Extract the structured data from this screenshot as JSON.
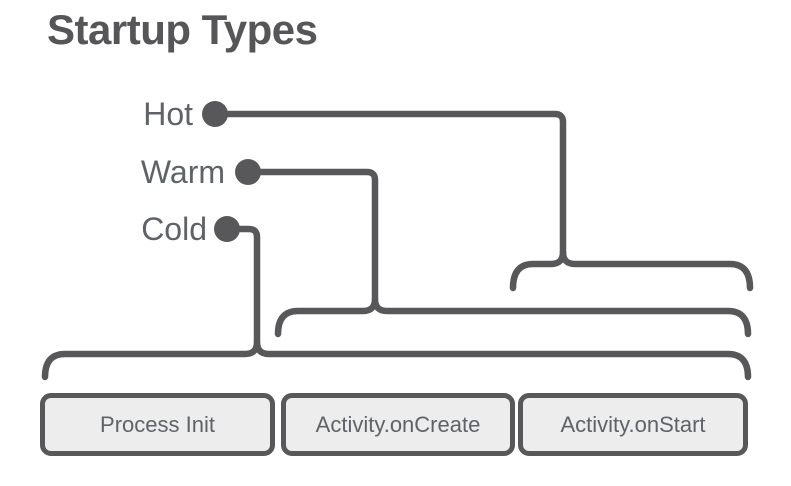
{
  "title": "Startup Types",
  "startup_types": [
    {
      "label": "Hot",
      "spans": [
        "Activity.onStart"
      ]
    },
    {
      "label": "Warm",
      "spans": [
        "Activity.onCreate",
        "Activity.onStart"
      ]
    },
    {
      "label": "Cold",
      "spans": [
        "Process Init",
        "Activity.onCreate",
        "Activity.onStart"
      ]
    }
  ],
  "stages": [
    {
      "label": "Process Init"
    },
    {
      "label": "Activity.onCreate"
    },
    {
      "label": "Activity.onStart"
    }
  ],
  "colors": {
    "line": "#58585a",
    "label_text": "#5f6368",
    "box_fill": "#ededee",
    "box_border": "#58585a",
    "box_text": "#5f6368",
    "background": "#ffffff"
  }
}
